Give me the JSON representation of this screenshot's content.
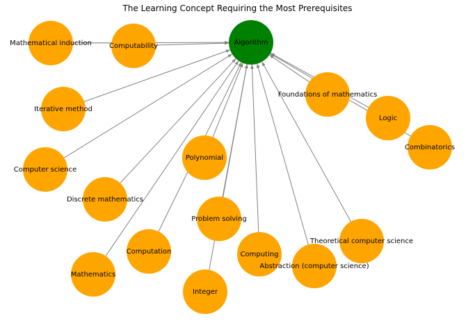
{
  "title": "The Learning Concept Requiring the Most Prerequisites",
  "colors": {
    "center": "#008000",
    "node": "#ffa500",
    "edge": "#808080",
    "label": "#000000"
  },
  "center": {
    "id": "algorithm",
    "label": "Algorithm"
  },
  "nodes": [
    {
      "id": "mathematical-induction",
      "label": "Mathematical induction"
    },
    {
      "id": "computability",
      "label": "Computability"
    },
    {
      "id": "iterative-method",
      "label": "Iterative method"
    },
    {
      "id": "foundations-of-mathematics",
      "label": "Foundations of mathematics"
    },
    {
      "id": "logic",
      "label": "Logic"
    },
    {
      "id": "combinatorics",
      "label": "Combinatorics"
    },
    {
      "id": "computer-science",
      "label": "Computer science"
    },
    {
      "id": "polynomial",
      "label": "Polynomial"
    },
    {
      "id": "discrete-mathematics",
      "label": "Discrete mathematics"
    },
    {
      "id": "problem-solving",
      "label": "Problem solving"
    },
    {
      "id": "theoretical-computer-science",
      "label": "Theoretical computer science"
    },
    {
      "id": "computation",
      "label": "Computation"
    },
    {
      "id": "computing",
      "label": "Computing"
    },
    {
      "id": "abstraction",
      "label": "Abstraction (computer science)"
    },
    {
      "id": "mathematics",
      "label": "Mathematics"
    },
    {
      "id": "integer",
      "label": "Integer"
    }
  ],
  "edges": [
    {
      "from": "mathematical-induction",
      "to": "algorithm"
    },
    {
      "from": "computability",
      "to": "algorithm"
    },
    {
      "from": "iterative-method",
      "to": "algorithm"
    },
    {
      "from": "foundations-of-mathematics",
      "to": "algorithm"
    },
    {
      "from": "logic",
      "to": "algorithm"
    },
    {
      "from": "combinatorics",
      "to": "algorithm"
    },
    {
      "from": "computer-science",
      "to": "algorithm"
    },
    {
      "from": "polynomial",
      "to": "algorithm"
    },
    {
      "from": "discrete-mathematics",
      "to": "algorithm"
    },
    {
      "from": "problem-solving",
      "to": "algorithm"
    },
    {
      "from": "theoretical-computer-science",
      "to": "algorithm"
    },
    {
      "from": "computation",
      "to": "algorithm"
    },
    {
      "from": "computing",
      "to": "algorithm"
    },
    {
      "from": "abstraction",
      "to": "algorithm"
    },
    {
      "from": "mathematics",
      "to": "algorithm"
    },
    {
      "from": "integer",
      "to": "algorithm"
    }
  ]
}
